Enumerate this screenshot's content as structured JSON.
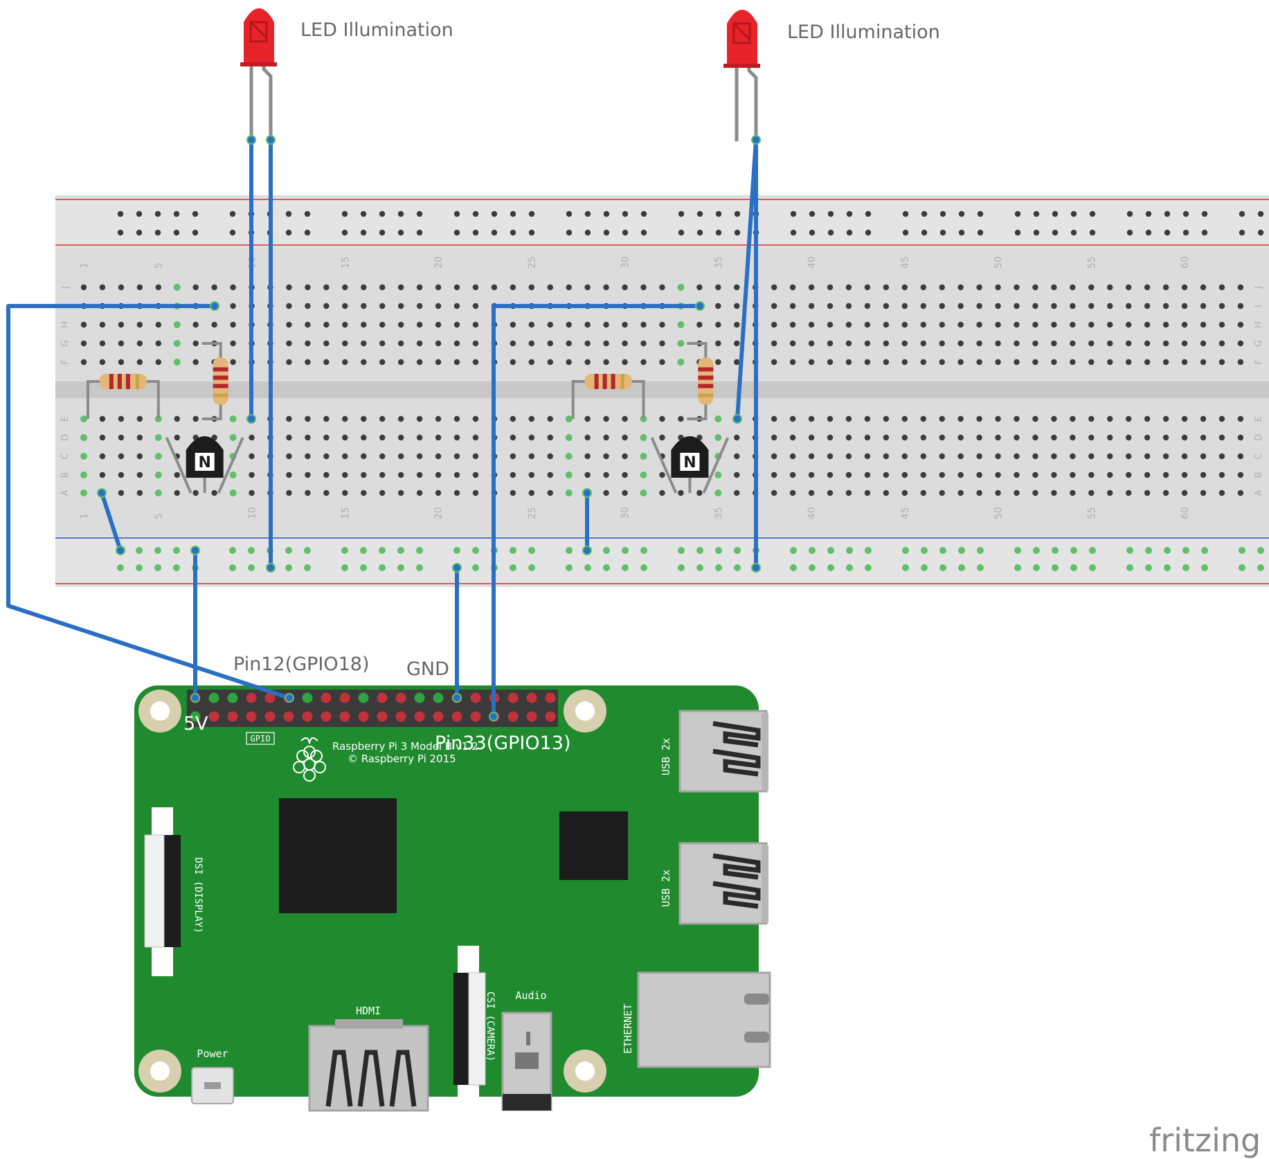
{
  "leds": [
    {
      "label": "LED Illumination",
      "color": "#e8232a"
    },
    {
      "label": "LED Illumination",
      "color": "#e8232a"
    }
  ],
  "transistors": [
    {
      "marking": "N"
    },
    {
      "marking": "N"
    }
  ],
  "breadboard": {
    "row_letters_top": [
      "J",
      "I",
      "H",
      "G",
      "F"
    ],
    "row_letters_bottom": [
      "E",
      "D",
      "C",
      "B",
      "A"
    ],
    "column_numbers": [
      "1",
      "5",
      "10",
      "15",
      "20",
      "25",
      "30",
      "35",
      "40",
      "45",
      "50",
      "55",
      "60"
    ]
  },
  "wire_labels": {
    "pin12": "Pin12(GPIO18)",
    "gnd": "GND",
    "five_v": "5V",
    "pin33": "Pin33(GPIO13)"
  },
  "raspberry_pi": {
    "model_text": "Raspberry Pi 3 Model B v1.2",
    "copyright_text": "© Raspberry Pi 2015",
    "gpio_label": "GPIO",
    "usb_label_1": "USB 2x",
    "usb_label_2": "USB 2x",
    "ethernet_label": "ETHERNET",
    "dsi_label": "DSI (DISPLAY)",
    "csi_label": "CSI (CAMERA)",
    "hdmi_label": "HDMI",
    "audio_label": "Audio",
    "power_label": "Power",
    "board_color": "#1f8a2e"
  },
  "colors": {
    "wire": "#2a6fc4",
    "breadboard": "#dcdcdc",
    "rail_red": "#d9282f",
    "rail_blue": "#2a4fc4"
  },
  "brand": {
    "logo_text": "fritzing"
  }
}
